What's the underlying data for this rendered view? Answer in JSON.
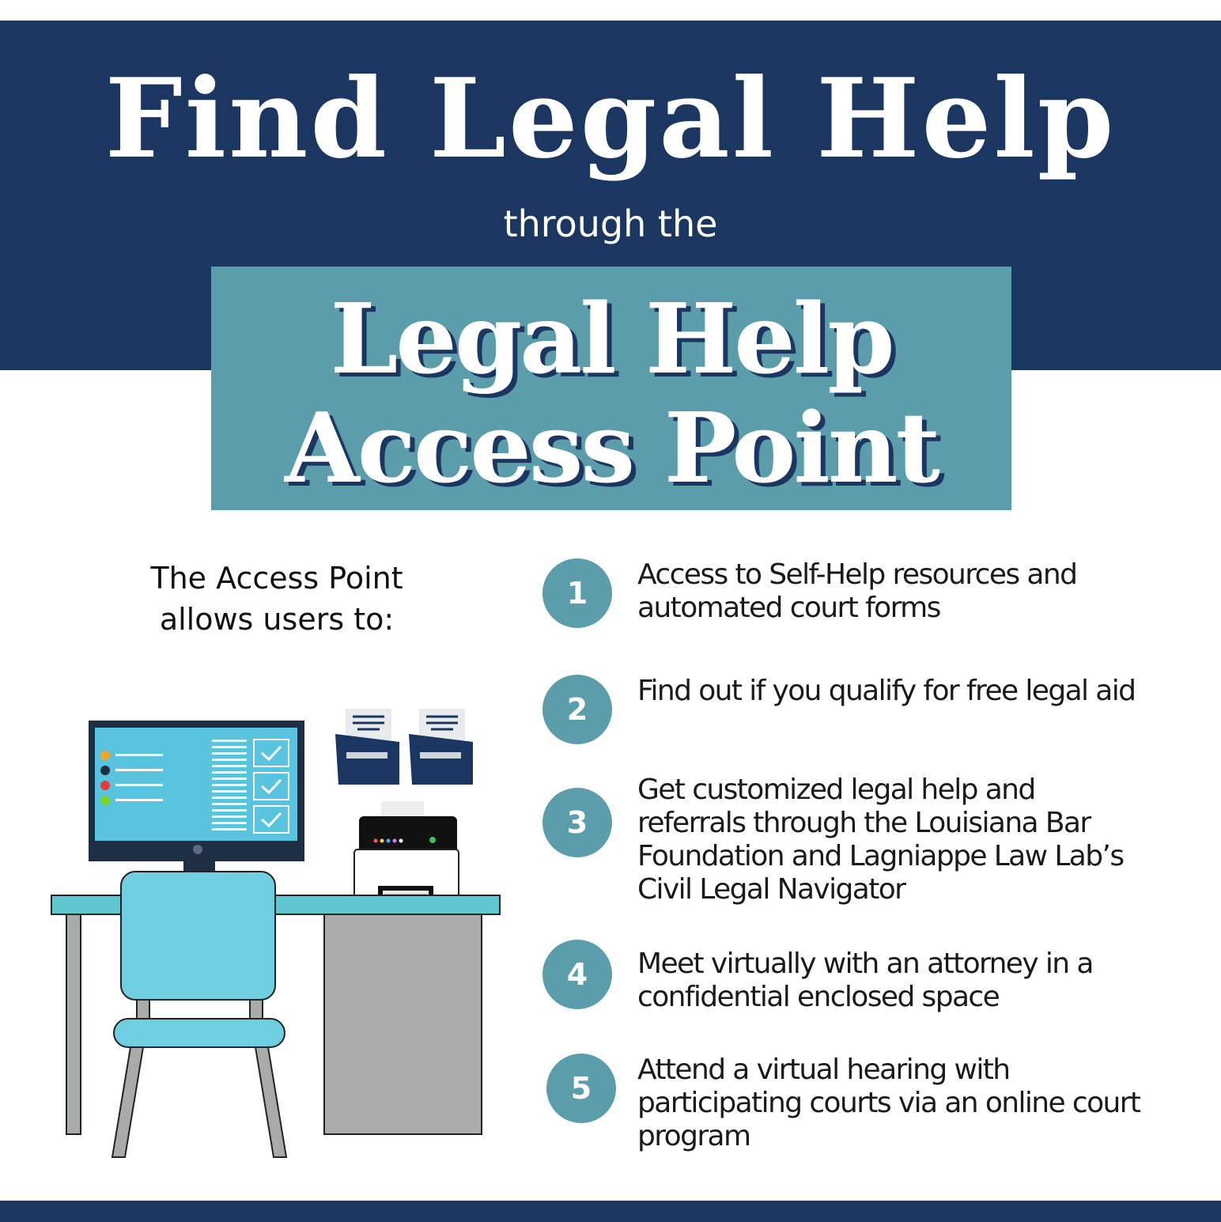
{
  "header": {
    "title": "Find Legal Help",
    "subtitle": "through the",
    "brand_line1": "Legal Help",
    "brand_line2": "Access Point"
  },
  "intro": {
    "line1": "The Access Point",
    "line2": "allows users to:"
  },
  "features": [
    {
      "number": "1",
      "text": "Access to Self-Help resources and automated court forms"
    },
    {
      "number": "2",
      "text": "Find out if you qualify for free legal aid"
    },
    {
      "number": "3",
      "text": "Get customized legal help and referrals through the Louisiana Bar Foundation and Lagniappe Law Lab’s Civil Legal Navigator"
    },
    {
      "number": "4",
      "text": "Meet virtually with an attorney in a confidential enclosed space"
    },
    {
      "number": "5",
      "text": "Attend a virtual hearing with participating courts via an online court program"
    }
  ],
  "colors": {
    "navy": "#1b3661",
    "teal": "#5b9daa",
    "screen_blue": "#58c4e0",
    "chair_blue": "#6fcfe0"
  },
  "icons": [
    "desktop-computer-icon",
    "file-folder-icon",
    "printer-icon",
    "office-chair-icon",
    "desk-icon"
  ]
}
